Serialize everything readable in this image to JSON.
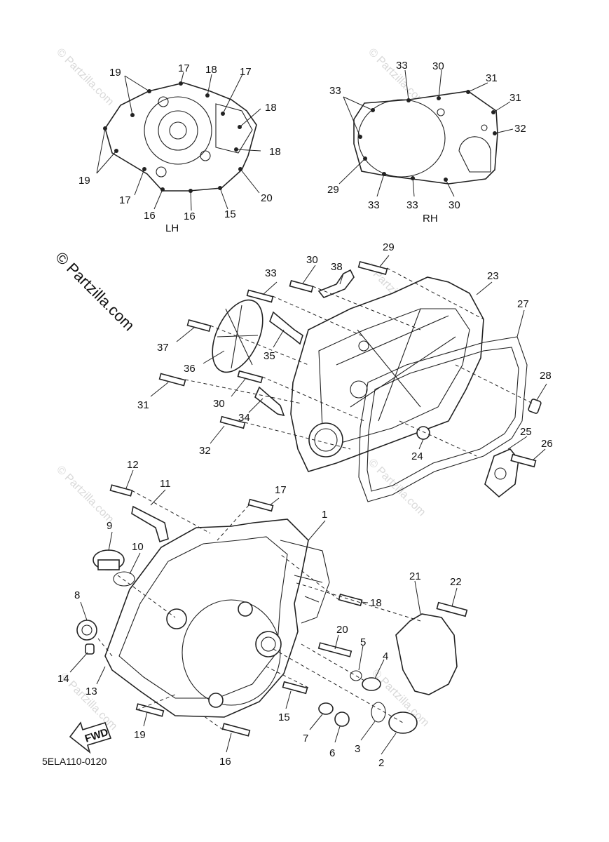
{
  "diagram": {
    "code": "5ELA110-0120",
    "watermark_main": "© Partzilla.com",
    "watermark_tile": "© Partzilla.com",
    "side_labels": {
      "lh": "LH",
      "rh": "RH"
    },
    "fwd_label": "FWD",
    "callouts": [
      "1",
      "2",
      "3",
      "4",
      "5",
      "6",
      "7",
      "8",
      "9",
      "10",
      "11",
      "12",
      "13",
      "14",
      "15",
      "16",
      "16",
      "17",
      "17",
      "17",
      "17",
      "18",
      "18",
      "18",
      "18",
      "19",
      "19",
      "19",
      "20",
      "20",
      "21",
      "22",
      "23",
      "24",
      "25",
      "26",
      "27",
      "28",
      "29",
      "29",
      "30",
      "30",
      "30",
      "30",
      "31",
      "31",
      "31",
      "32",
      "32",
      "33",
      "33",
      "33",
      "33",
      "33",
      "34",
      "35",
      "36",
      "37",
      "38"
    ]
  }
}
